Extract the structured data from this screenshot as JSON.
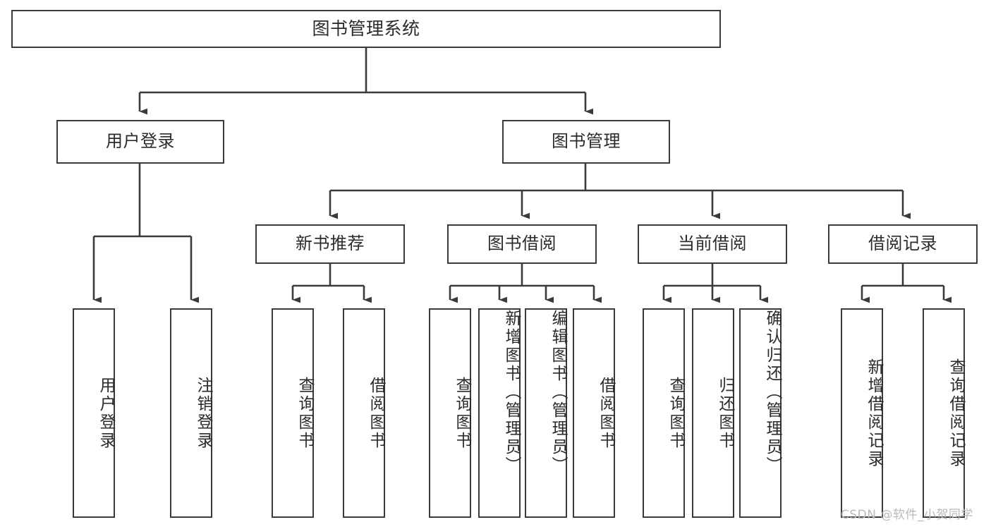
{
  "diagram": {
    "title": "图书管理系统",
    "type": "tree",
    "colors": {
      "stroke": "#3a3a3a",
      "text": "#2b2b2b",
      "background": "#ffffff",
      "watermark": "#b9b9b9"
    },
    "root": {
      "label": "图书管理系统"
    },
    "level2": [
      {
        "id": "user-login",
        "label": "用户登录"
      },
      {
        "id": "book-manage",
        "label": "图书管理"
      }
    ],
    "level3": [
      {
        "id": "new-book-recommend",
        "label": "新书推荐"
      },
      {
        "id": "book-borrow",
        "label": "图书借阅"
      },
      {
        "id": "current-borrow",
        "label": "当前借阅"
      },
      {
        "id": "borrow-record",
        "label": "借阅记录"
      }
    ],
    "leaves": {
      "user_login": [
        {
          "id": "leaf-user-login",
          "label": "用户登录"
        },
        {
          "id": "leaf-logout-login",
          "label": "注销登录"
        }
      ],
      "new_book_recommend": [
        {
          "id": "leaf-query-book-1",
          "label": "查询图书"
        },
        {
          "id": "leaf-borrow-book-1",
          "label": "借阅图书"
        }
      ],
      "book_borrow": [
        {
          "id": "leaf-query-book-2",
          "label": "查询图书"
        },
        {
          "id": "leaf-add-book",
          "label": "新增图书（管理员）"
        },
        {
          "id": "leaf-edit-book",
          "label": "编辑图书（管理员）"
        },
        {
          "id": "leaf-borrow-book-2",
          "label": "借阅图书"
        }
      ],
      "current_borrow": [
        {
          "id": "leaf-query-book-3",
          "label": "查询图书"
        },
        {
          "id": "leaf-return-book",
          "label": "归还图书"
        },
        {
          "id": "leaf-confirm-return",
          "label": "确认归还（管理员）"
        }
      ],
      "borrow_record": [
        {
          "id": "leaf-add-record",
          "label": "新增借阅记录"
        },
        {
          "id": "leaf-query-record",
          "label": "查询借阅记录"
        }
      ]
    }
  },
  "watermark": {
    "text": "CSDN @软件_小贺同学"
  }
}
